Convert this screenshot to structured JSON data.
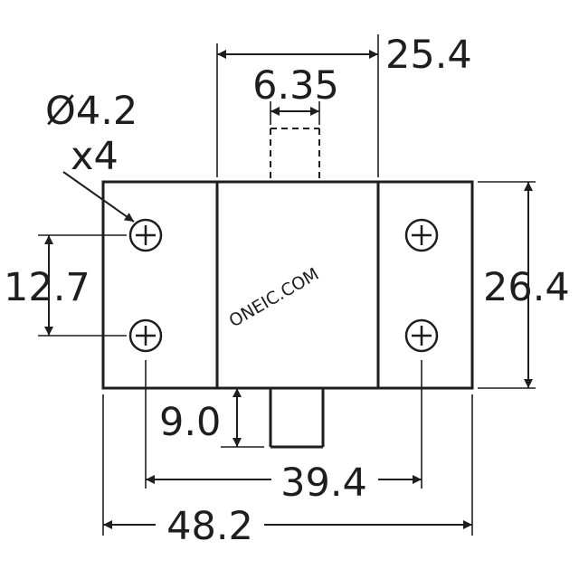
{
  "dimensions": {
    "overall_width": "48.2",
    "hole_pitch_horizontal": "39.4",
    "top_block_width": "25.4",
    "terminal_width": "6.35",
    "hole_pitch_vertical": "12.7",
    "overall_height": "26.4",
    "terminal_length": "9.0"
  },
  "holes": {
    "diameter": "Ø4.2",
    "count": "x4"
  },
  "watermark": "ONEIC.COM",
  "colors": {
    "line": "#1e1e1e",
    "watermark": "#f08a1c",
    "background": "#ffffff"
  }
}
